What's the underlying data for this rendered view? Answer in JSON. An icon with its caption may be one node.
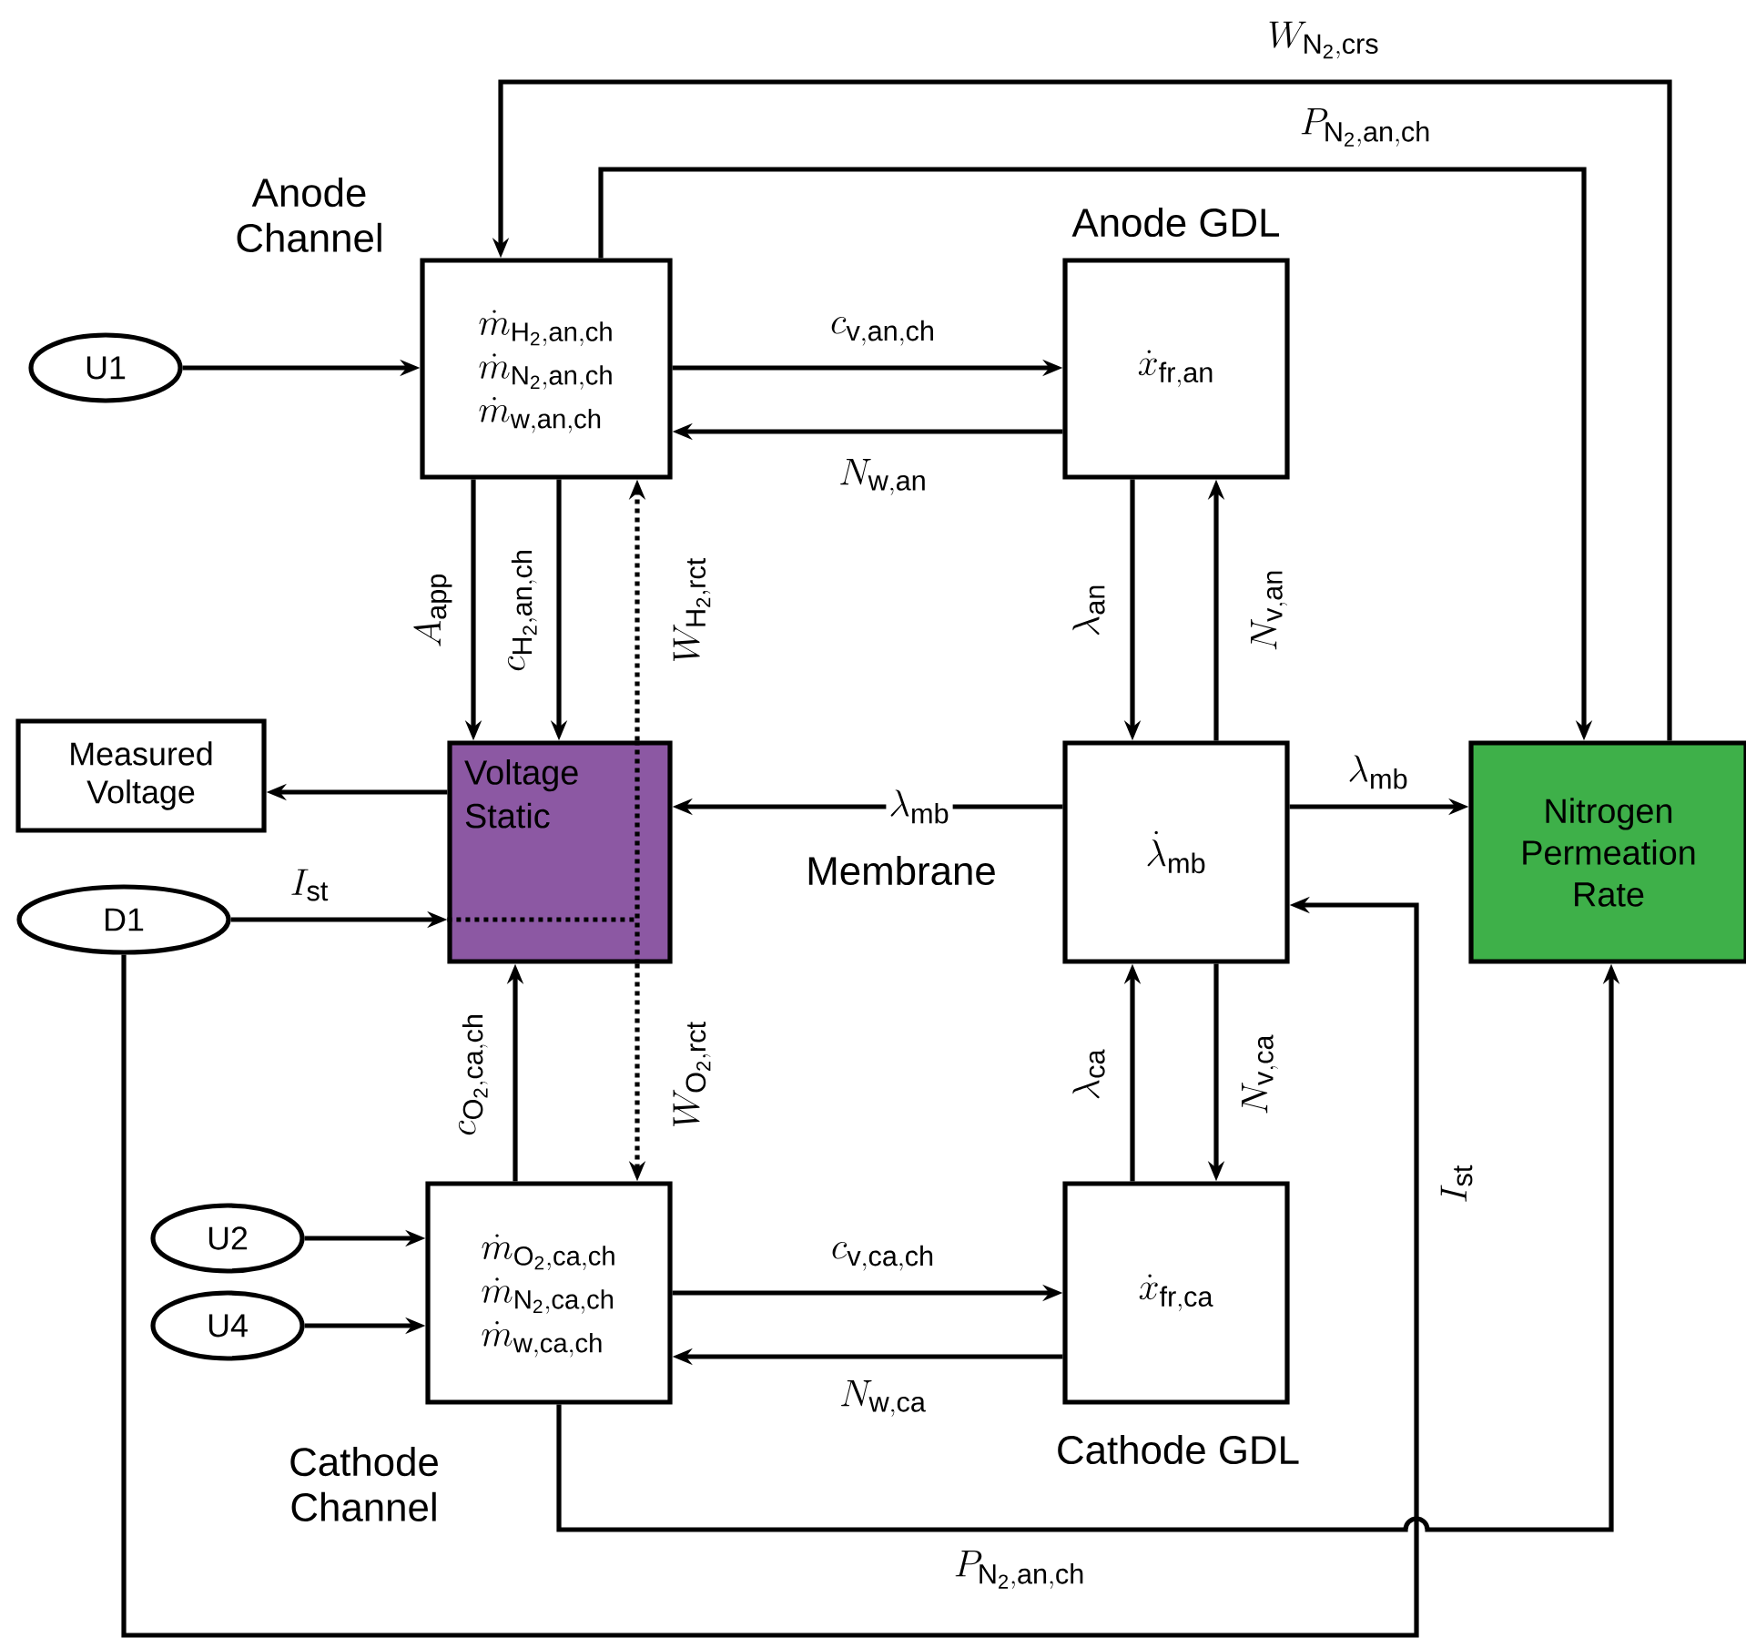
{
  "diagram": {
    "nodes": [
      {
        "text": [
          "Anode Channel",
          "\\dot{m}_{\\mathrm{H_2,an,ch}}",
          "\\dot{m}_{\\mathrm{N_2,an,ch}}",
          "\\dot{m}_{\\mathrm{w,an,ch}}"
        ]
      },
      {
        "text": [
          "Anode GDL",
          "\\dot{x}_{\\mathrm{fr,an}}"
        ]
      },
      {
        "text": [
          "U1"
        ]
      },
      {
        "text": [
          "Measured Voltage"
        ]
      },
      {
        "text": [
          "Voltage Static"
        ]
      },
      {
        "text": [
          "Membrane",
          "\\dot{\\lambda}_{\\mathrm{mb}}"
        ]
      },
      {
        "text": [
          "Nitrogen Permeation Rate"
        ]
      },
      {
        "text": [
          "D1"
        ]
      },
      {
        "text": [
          "U2"
        ]
      },
      {
        "text": [
          "U4"
        ]
      },
      {
        "text": [
          "\\dot{m}_{\\mathrm{O_2,ca,ch}}",
          "\\dot{m}_{\\mathrm{N_2,ca,ch}}",
          "\\dot{m}_{\\mathrm{w,ca,ch}}",
          "Cathode Channel"
        ]
      },
      {
        "text": [
          "\\dot{x}_{\\mathrm{fr,ca}}",
          "Cathode GDL"
        ]
      }
    ],
    "edges": [
      {
        "from": 2,
        "to": 0,
        "arrow": "to"
      },
      {
        "from": 6,
        "to": 0,
        "arrow": "to",
        "label": "W_{\\mathrm{N_2,crs}}"
      },
      {
        "from": 0,
        "to": 6,
        "arrow": "to",
        "label": "P_{\\mathrm{N_2,an,ch}}"
      },
      {
        "from": 0,
        "to": 1,
        "arrow": "to",
        "label": "c_{\\mathrm{v,an,ch}}"
      },
      {
        "from": 1,
        "to": 0,
        "arrow": "to",
        "label": "N_{\\mathrm{w,an}}"
      },
      {
        "from": 0,
        "to": 4,
        "arrow": "to",
        "label": "A_{\\mathrm{app}}"
      },
      {
        "from": 0,
        "to": 4,
        "arrow": "to",
        "label": "c_{\\mathrm{H_2,an,ch}}"
      },
      {
        "from": 4,
        "to": 0,
        "arrow": "to",
        "label": "W_{\\mathrm{H_2,rct}}",
        "style": "dashed"
      },
      {
        "from": 4,
        "to": 3,
        "arrow": "to"
      },
      {
        "from": 5,
        "to": 4,
        "arrow": "to",
        "label": "\\lambda_{\\mathrm{mb}}"
      },
      {
        "from": 7,
        "to": 4,
        "arrow": "to",
        "label": "I_{\\mathrm{st}}"
      },
      {
        "from": 5,
        "to": 6,
        "arrow": "to",
        "label": "\\lambda_{\\mathrm{mb}}"
      },
      {
        "from": 1,
        "to": 5,
        "arrow": "to",
        "label": "\\lambda_{\\mathrm{an}}"
      },
      {
        "from": 5,
        "to": 1,
        "arrow": "to",
        "label": "N_{\\mathrm{v,an}}"
      },
      {
        "from": 10,
        "to": 4,
        "arrow": "to",
        "label": "c_{\\mathrm{O_2,ca,ch}}"
      },
      {
        "from": 4,
        "to": 10,
        "arrow": "to",
        "label": "W_{\\mathrm{O_2,rct}}",
        "style": "dashed"
      },
      {
        "from": 11,
        "to": 5,
        "arrow": "to",
        "label": "\\lambda_{\\mathrm{ca}}"
      },
      {
        "from": 5,
        "to": 11,
        "arrow": "to",
        "label": "N_{\\mathrm{v,ca}}"
      },
      {
        "from": 8,
        "to": 10,
        "arrow": "to"
      },
      {
        "from": 9,
        "to": 10,
        "arrow": "to"
      },
      {
        "from": 10,
        "to": 11,
        "arrow": "to",
        "label": "c_{\\mathrm{v,ca,ch}}"
      },
      {
        "from": 11,
        "to": 10,
        "arrow": "to",
        "label": "N_{\\mathrm{w,ca}}"
      },
      {
        "from": 10,
        "to": 6,
        "arrow": "to",
        "label": "P_{\\mathrm{N_2,an,ch}}"
      },
      {
        "from": 7,
        "to": 5,
        "arrow": "to",
        "label": "I_{\\mathrm{st}}"
      }
    ]
  }
}
